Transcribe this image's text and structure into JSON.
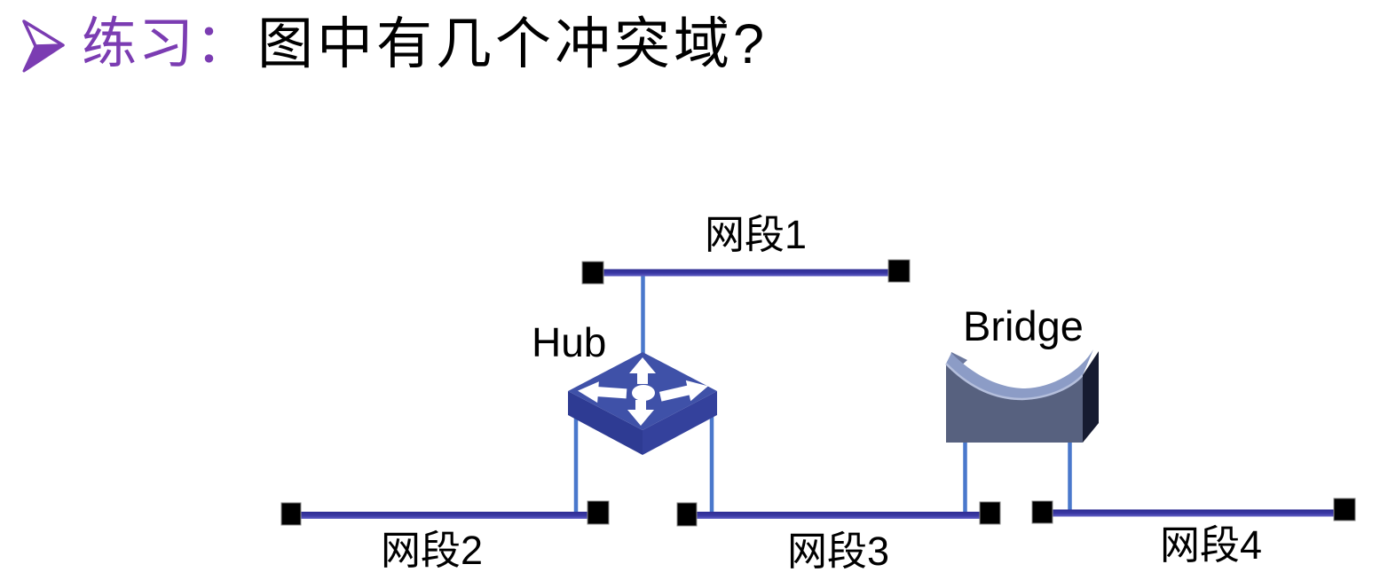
{
  "slide": {
    "title": {
      "bullet": "➢",
      "highlight": "练习：",
      "question": "图中有几个冲突域?"
    },
    "diagram": {
      "devices": [
        {
          "id": "hub",
          "label": "Hub",
          "icon": "hub-icon"
        },
        {
          "id": "bridge",
          "label": "Bridge",
          "icon": "bridge-icon"
        }
      ],
      "segments": [
        {
          "id": "segment-1",
          "label": "网段1"
        },
        {
          "id": "segment-2",
          "label": "网段2"
        },
        {
          "id": "segment-3",
          "label": "网段3"
        },
        {
          "id": "segment-4",
          "label": "网段4"
        }
      ]
    }
  },
  "colors": {
    "background": "#ffffff",
    "accent_purple": "#7B3CB2",
    "title_text": "#000000",
    "segment_line_dark": "#2E2D92",
    "segment_line_light": "#6361C6",
    "connector_blue": "#4A78CC",
    "terminator": "#000000",
    "hub_top": "#3F51A8",
    "hub_left": "#2E3B93",
    "hub_right": "#34419C",
    "bridge_front": "#57617F",
    "bridge_top": "#8C9CC6",
    "bridge_lip": "#B5BFDC",
    "bridge_side": "#161B31",
    "bridge_flap": "#6B779C"
  }
}
